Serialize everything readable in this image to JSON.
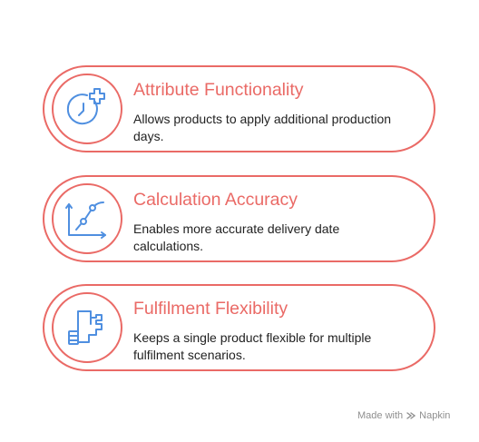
{
  "colors": {
    "accent": "#ea6a66",
    "icon": "#4f8fe0",
    "text": "#222222",
    "footer": "#8f8f8f"
  },
  "items": [
    {
      "icon": "clock-plus-icon",
      "title": "Attribute Functionality",
      "description": "Allows products to apply additional production days."
    },
    {
      "icon": "line-chart-icon",
      "title": "Calculation Accuracy",
      "description": "Enables more accurate delivery date calculations."
    },
    {
      "icon": "puzzle-piece-icon",
      "title": "Fulfilment Flexibility",
      "description": "Keeps a single product flexible for multiple fulfilment scenarios."
    }
  ],
  "footer": {
    "made_with": "Made with",
    "brand": "Napkin",
    "brand_icon": "napkin-logo-icon"
  }
}
